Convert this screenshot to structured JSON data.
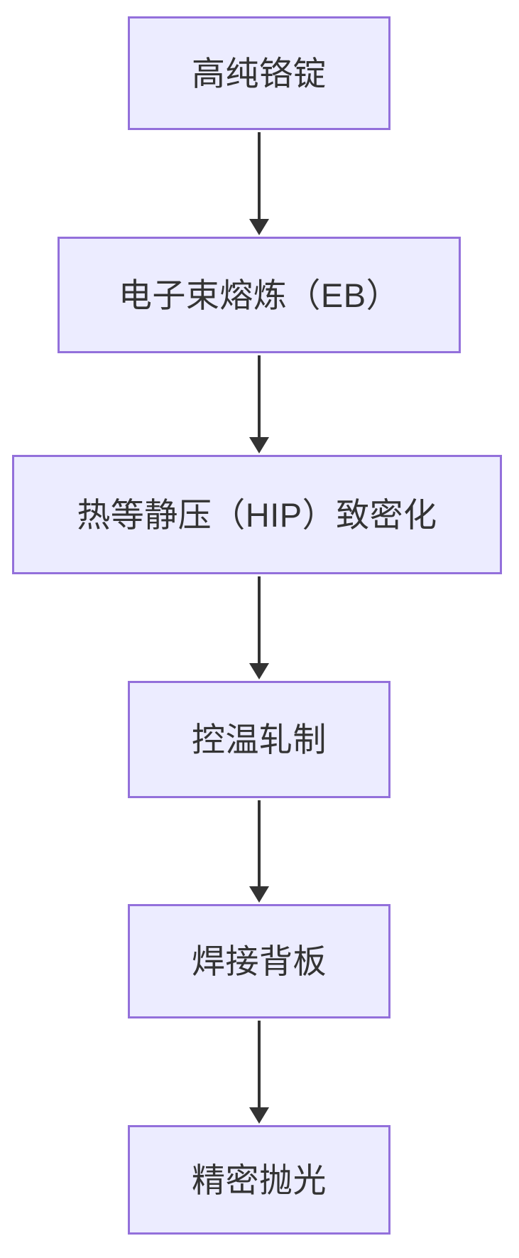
{
  "diagram": {
    "type": "flowchart",
    "direction": "top-down",
    "colors": {
      "background": "#FFFFFF",
      "node_fill": "#ECECFF",
      "node_border": "#9370DB",
      "arrow": "#333333",
      "text": "#333333"
    },
    "nodes": [
      {
        "label": "高纯铬锭"
      },
      {
        "label": "电子束熔炼（EB）"
      },
      {
        "label": "热等静压（HIP）致密化"
      },
      {
        "label": "控温轧制"
      },
      {
        "label": "焊接背板"
      },
      {
        "label": "精密抛光"
      }
    ],
    "edges": [
      {
        "from": "高纯铬锭",
        "to": "电子束熔炼（EB）"
      },
      {
        "from": "电子束熔炼（EB）",
        "to": "热等静压（HIP）致密化"
      },
      {
        "from": "热等静压（HIP）致密化",
        "to": "控温轧制"
      },
      {
        "from": "控温轧制",
        "to": "焊接背板"
      },
      {
        "from": "焊接背板",
        "to": "精密抛光"
      }
    ]
  }
}
